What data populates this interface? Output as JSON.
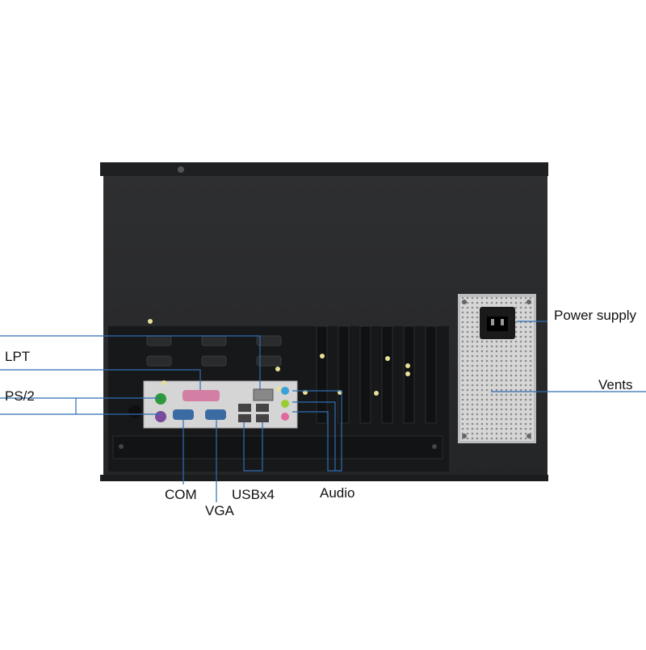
{
  "labels": {
    "lpt": "LPT",
    "ps2": "PS/2",
    "com": "COM",
    "vga": "VGA",
    "usb": "USBx4",
    "audio": "Audio",
    "power_supply": "Power supply",
    "vents": "Vents"
  },
  "colors": {
    "background": "#ffffff",
    "case": "#2b2c2e",
    "case_dark": "#1d1e20",
    "io_shield": "#d9d9d9",
    "psu": "#cfcfcf",
    "callout_line": "#2f6db5",
    "marker": "#e8e09a"
  }
}
